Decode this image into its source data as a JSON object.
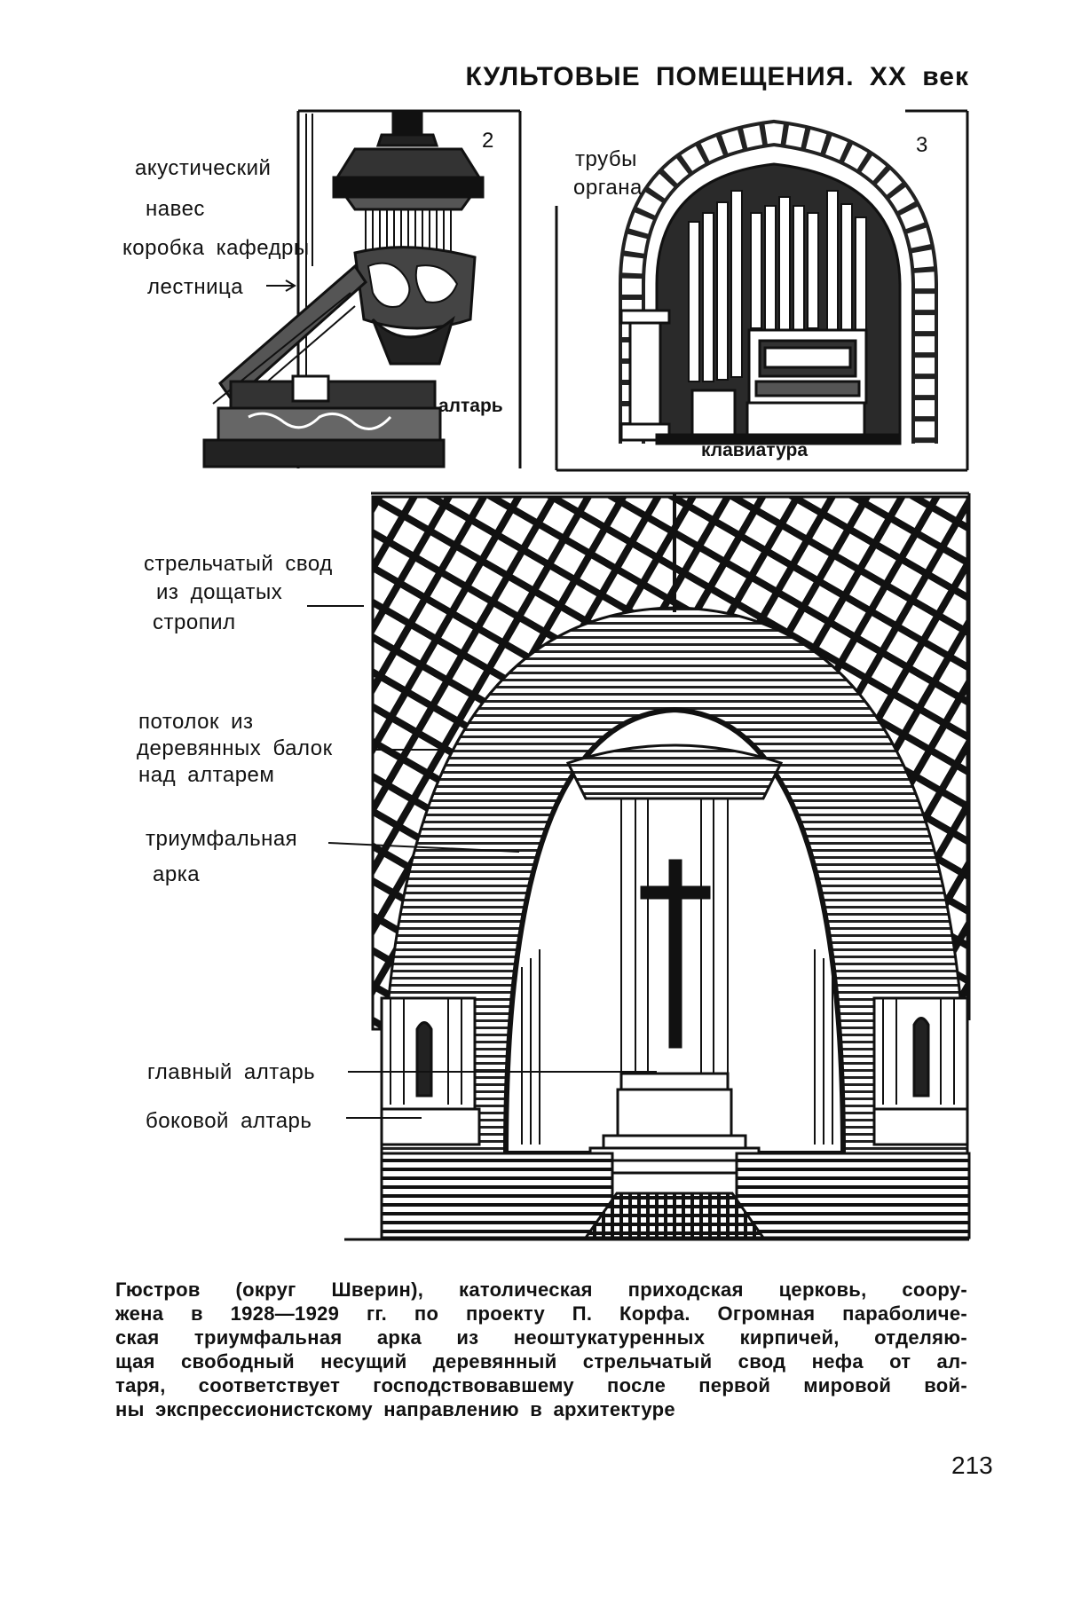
{
  "header": {
    "title": "КУЛЬТОВЫЕ ПОМЕЩЕНИЯ. XX век"
  },
  "figure_pulpit": {
    "number": "2",
    "labels": {
      "acoustic_1": "акустический",
      "acoustic_2": "навес",
      "box": "коробка кафедры",
      "stair": "лестница",
      "altar": "алтарь"
    }
  },
  "figure_organ": {
    "number": "3",
    "labels": {
      "pipes_1": "трубы",
      "pipes_2": "органа",
      "keyboard": "клавиатура"
    }
  },
  "figure_church": {
    "labels": {
      "vault_1": "стрельчатый свод",
      "vault_2": "из дощатых",
      "vault_3": "стропил",
      "ceiling_1": "потолок из",
      "ceiling_2": "деревянных балок",
      "ceiling_3": "над алтарем",
      "arch_1": "триумфальная",
      "arch_2": "арка",
      "main_altar": "главный алтарь",
      "side_altar": "боковой алтарь"
    }
  },
  "caption": {
    "lines": [
      "Гюстров (округ Шверин), католическая приходская церковь, соору-",
      "жена в 1928—1929 гг. по проекту П. Корфа. Огромная параболиче-",
      "ская триумфальная арка из неоштукатуренных кирпичей, отделяю-",
      "щая свободный несущий деревянный стрельчатый свод нефа от ал-",
      "таря, соответствует господствовавшему после первой мировой вой-",
      "ны экспрессионистскому направлению в архитектуре"
    ]
  },
  "page": {
    "number": "213"
  }
}
